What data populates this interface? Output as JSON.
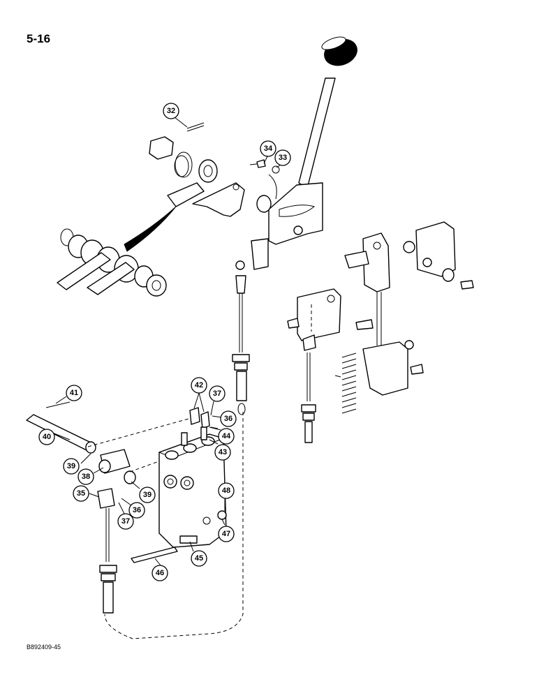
{
  "page": {
    "page_number": "5-16",
    "figure_code": "B892409-45"
  },
  "callouts": [
    {
      "id": "32",
      "label": "32"
    },
    {
      "id": "33",
      "label": "33"
    },
    {
      "id": "34",
      "label": "34"
    },
    {
      "id": "35",
      "label": "35"
    },
    {
      "id": "36a",
      "label": "36"
    },
    {
      "id": "36b",
      "label": "36"
    },
    {
      "id": "37a",
      "label": "37"
    },
    {
      "id": "37b",
      "label": "37"
    },
    {
      "id": "38",
      "label": "38"
    },
    {
      "id": "39a",
      "label": "39"
    },
    {
      "id": "39b",
      "label": "39"
    },
    {
      "id": "40",
      "label": "40"
    },
    {
      "id": "41",
      "label": "41"
    },
    {
      "id": "42",
      "label": "42"
    },
    {
      "id": "43",
      "label": "43"
    },
    {
      "id": "44",
      "label": "44"
    },
    {
      "id": "45",
      "label": "45"
    },
    {
      "id": "46",
      "label": "46"
    },
    {
      "id": "47",
      "label": "47"
    },
    {
      "id": "48",
      "label": "48"
    }
  ]
}
